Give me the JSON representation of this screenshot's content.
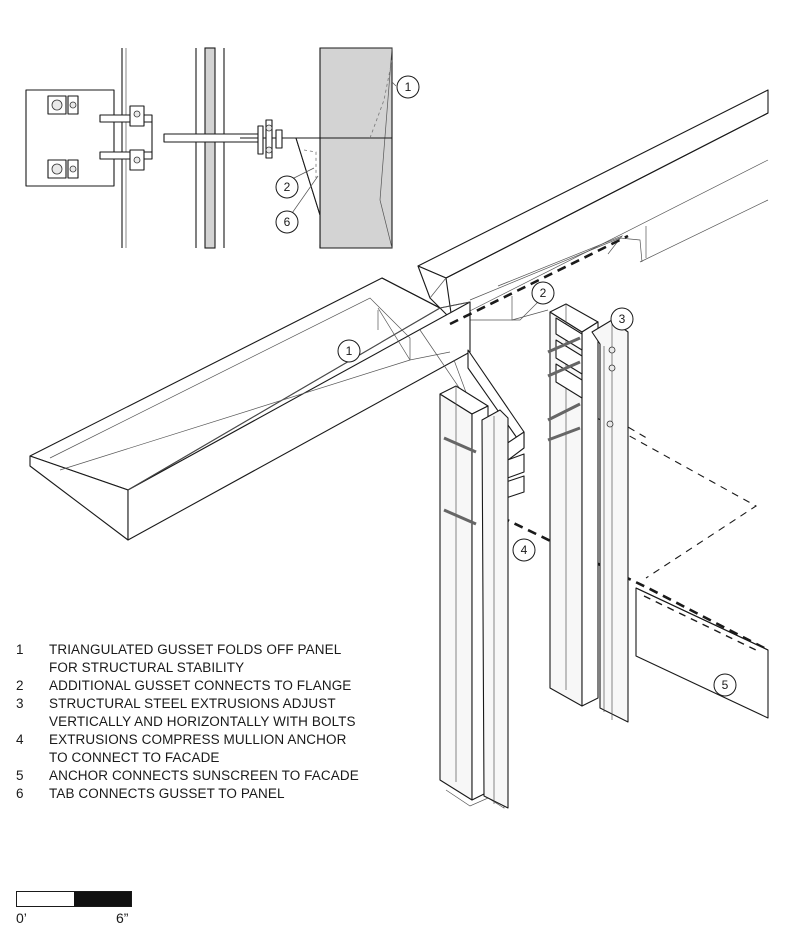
{
  "callouts": {
    "c1_inset": "1",
    "c2_inset": "2",
    "c6_inset": "6",
    "c2_main": "2",
    "c3_main": "3",
    "c1_main": "1",
    "c4_main": "4",
    "c5_main": "5"
  },
  "legend": [
    {
      "num": "1",
      "text": "TRIANGULATED GUSSET FOLDS OFF PANEL\nFOR STRUCTURAL STABILITY"
    },
    {
      "num": "2",
      "text": "ADDITIONAL GUSSET CONNECTS TO FLANGE"
    },
    {
      "num": "3",
      "text": "STRUCTURAL STEEL EXTRUSIONS ADJUST\nVERTICALLY AND HORIZONTALLY WITH BOLTS"
    },
    {
      "num": "4",
      "text": "EXTRUSIONS COMPRESS MULLION ANCHOR\nTO CONNECT TO FACADE"
    },
    {
      "num": "5",
      "text": "ANCHOR CONNECTS SUNSCREEN TO FACADE"
    },
    {
      "num": "6",
      "text": "TAB CONNECTS GUSSET TO PANEL"
    }
  ],
  "scale": {
    "start_label": "0’",
    "end_label": "6”"
  },
  "colors": {
    "line": "#1a1a1a",
    "panel_grey": "#d3d3d3",
    "background": "#ffffff"
  }
}
